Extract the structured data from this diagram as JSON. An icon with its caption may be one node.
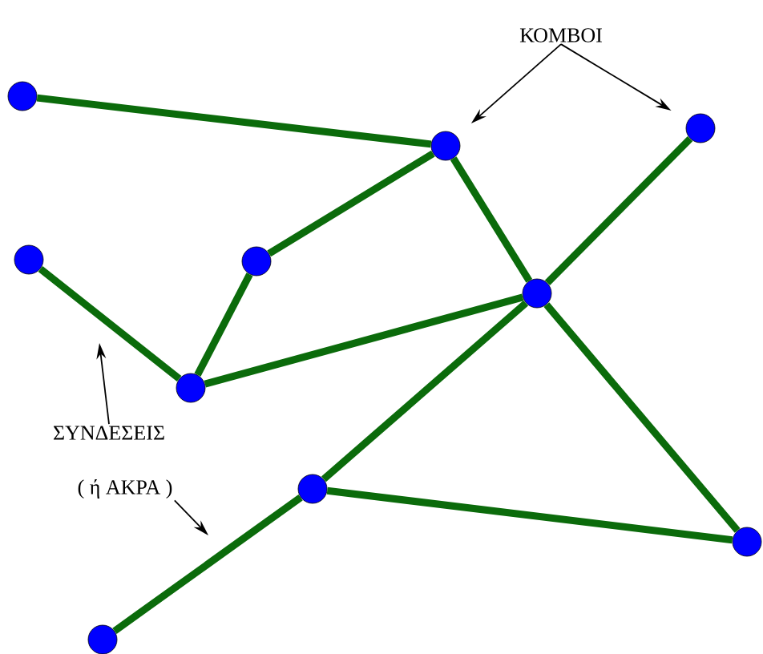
{
  "diagram": {
    "nodes": [
      {
        "text": [],
        "shape": "circle"
      },
      {
        "text": [],
        "shape": "circle"
      },
      {
        "text": [],
        "shape": "circle"
      },
      {
        "text": [],
        "shape": "circle"
      },
      {
        "text": [],
        "shape": "circle"
      },
      {
        "text": [],
        "shape": "circle"
      },
      {
        "text": [],
        "shape": "circle"
      },
      {
        "text": [],
        "shape": "circle"
      },
      {
        "text": [],
        "shape": "circle"
      },
      {
        "text": [],
        "shape": "circle"
      },
      {
        "text": [
          "ΚΟΜΒΟΙ"
        ]
      },
      {
        "text": [
          "ΣΥΝΔΕΣΕΙΣ"
        ]
      },
      {
        "text": [
          "( ή ΑΚΡΑ )"
        ]
      }
    ],
    "edges": [
      {
        "from": 0,
        "to": 1,
        "arrow": "none"
      },
      {
        "from": 1,
        "to": 4,
        "arrow": "none"
      },
      {
        "from": 4,
        "to": 6,
        "arrow": "none"
      },
      {
        "from": 3,
        "to": 6,
        "arrow": "none"
      },
      {
        "from": 6,
        "to": 5,
        "arrow": "none"
      },
      {
        "from": 1,
        "to": 5,
        "arrow": "none"
      },
      {
        "from": 5,
        "to": 2,
        "arrow": "none"
      },
      {
        "from": 5,
        "to": 8,
        "arrow": "none"
      },
      {
        "from": 5,
        "to": 7,
        "arrow": "none"
      },
      {
        "from": 7,
        "to": 8,
        "arrow": "none"
      },
      {
        "from": 7,
        "to": 9,
        "arrow": "none"
      },
      {
        "from": 10,
        "to": 1,
        "arrow": "to",
        "color": "#000000"
      },
      {
        "from": 10,
        "to": 2,
        "arrow": "to",
        "color": "#000000"
      },
      {
        "from": 11,
        "to": null,
        "arrow": "to",
        "color": "#000000"
      },
      {
        "from": 12,
        "to": null,
        "arrow": "to",
        "color": "#000000"
      }
    ]
  }
}
